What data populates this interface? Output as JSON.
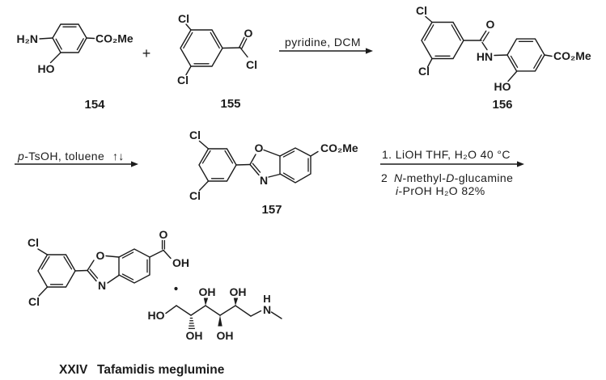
{
  "canvas": {
    "bg": "#ffffff",
    "ink": "#1c1c1c"
  },
  "compounds": {
    "c154": {
      "number": "154",
      "labels": {
        "amine": "H₂N",
        "ester": "CO₂Me",
        "hydroxyl": "HO"
      }
    },
    "c155": {
      "number": "155",
      "labels": {
        "cl_top": "Cl",
        "cl_bottom": "Cl",
        "carbonyl_oxygen": "O",
        "acyl_chloride": "Cl"
      }
    },
    "c156": {
      "number": "156",
      "labels": {
        "cl_top": "Cl",
        "cl_bottom": "Cl",
        "carbonyl_oxygen": "O",
        "amide": "HN",
        "ester": "CO₂Me",
        "hydroxyl": "HO"
      }
    },
    "c157": {
      "number": "157",
      "labels": {
        "cl_top": "Cl",
        "cl_bottom": "Cl",
        "oxazole_o": "O",
        "oxazole_n": "N",
        "ester": "CO₂Me"
      }
    },
    "tafamidis": {
      "labels": {
        "cl_top": "Cl",
        "cl_bottom": "Cl",
        "oxazole_o": "O",
        "oxazole_n": "N",
        "carbonyl_oxygen": "O",
        "acid_oh": "OH"
      }
    },
    "meglumine": {
      "labels": {
        "ho": "HO",
        "oh_up1": "OH",
        "oh_up2": "OH",
        "oh_down1": "OH",
        "oh_down2": "OH",
        "nh_hydrogen": "H",
        "nitrogen": "N"
      }
    }
  },
  "operators": {
    "plus": "+",
    "salt_dot": "•"
  },
  "steps": {
    "s1": {
      "reagents": "pyridine, DCM"
    },
    "s2": {
      "italic": "p",
      "rest": "-TsOH, toluene",
      "reflux": "↑↓"
    },
    "s3": {
      "line1": "1. LiOH THF, H₂O 40 °C",
      "line2_num": "2",
      "line2_it1": "N",
      "line2_a": "-methyl-",
      "line2_it2": "D",
      "line2_b": "-glucamine",
      "line3_it": "i",
      "line3": "-PrOH H₂O 82%"
    }
  },
  "caption": {
    "numeral": "XXIV",
    "name": "Tafamidis meglumine"
  }
}
